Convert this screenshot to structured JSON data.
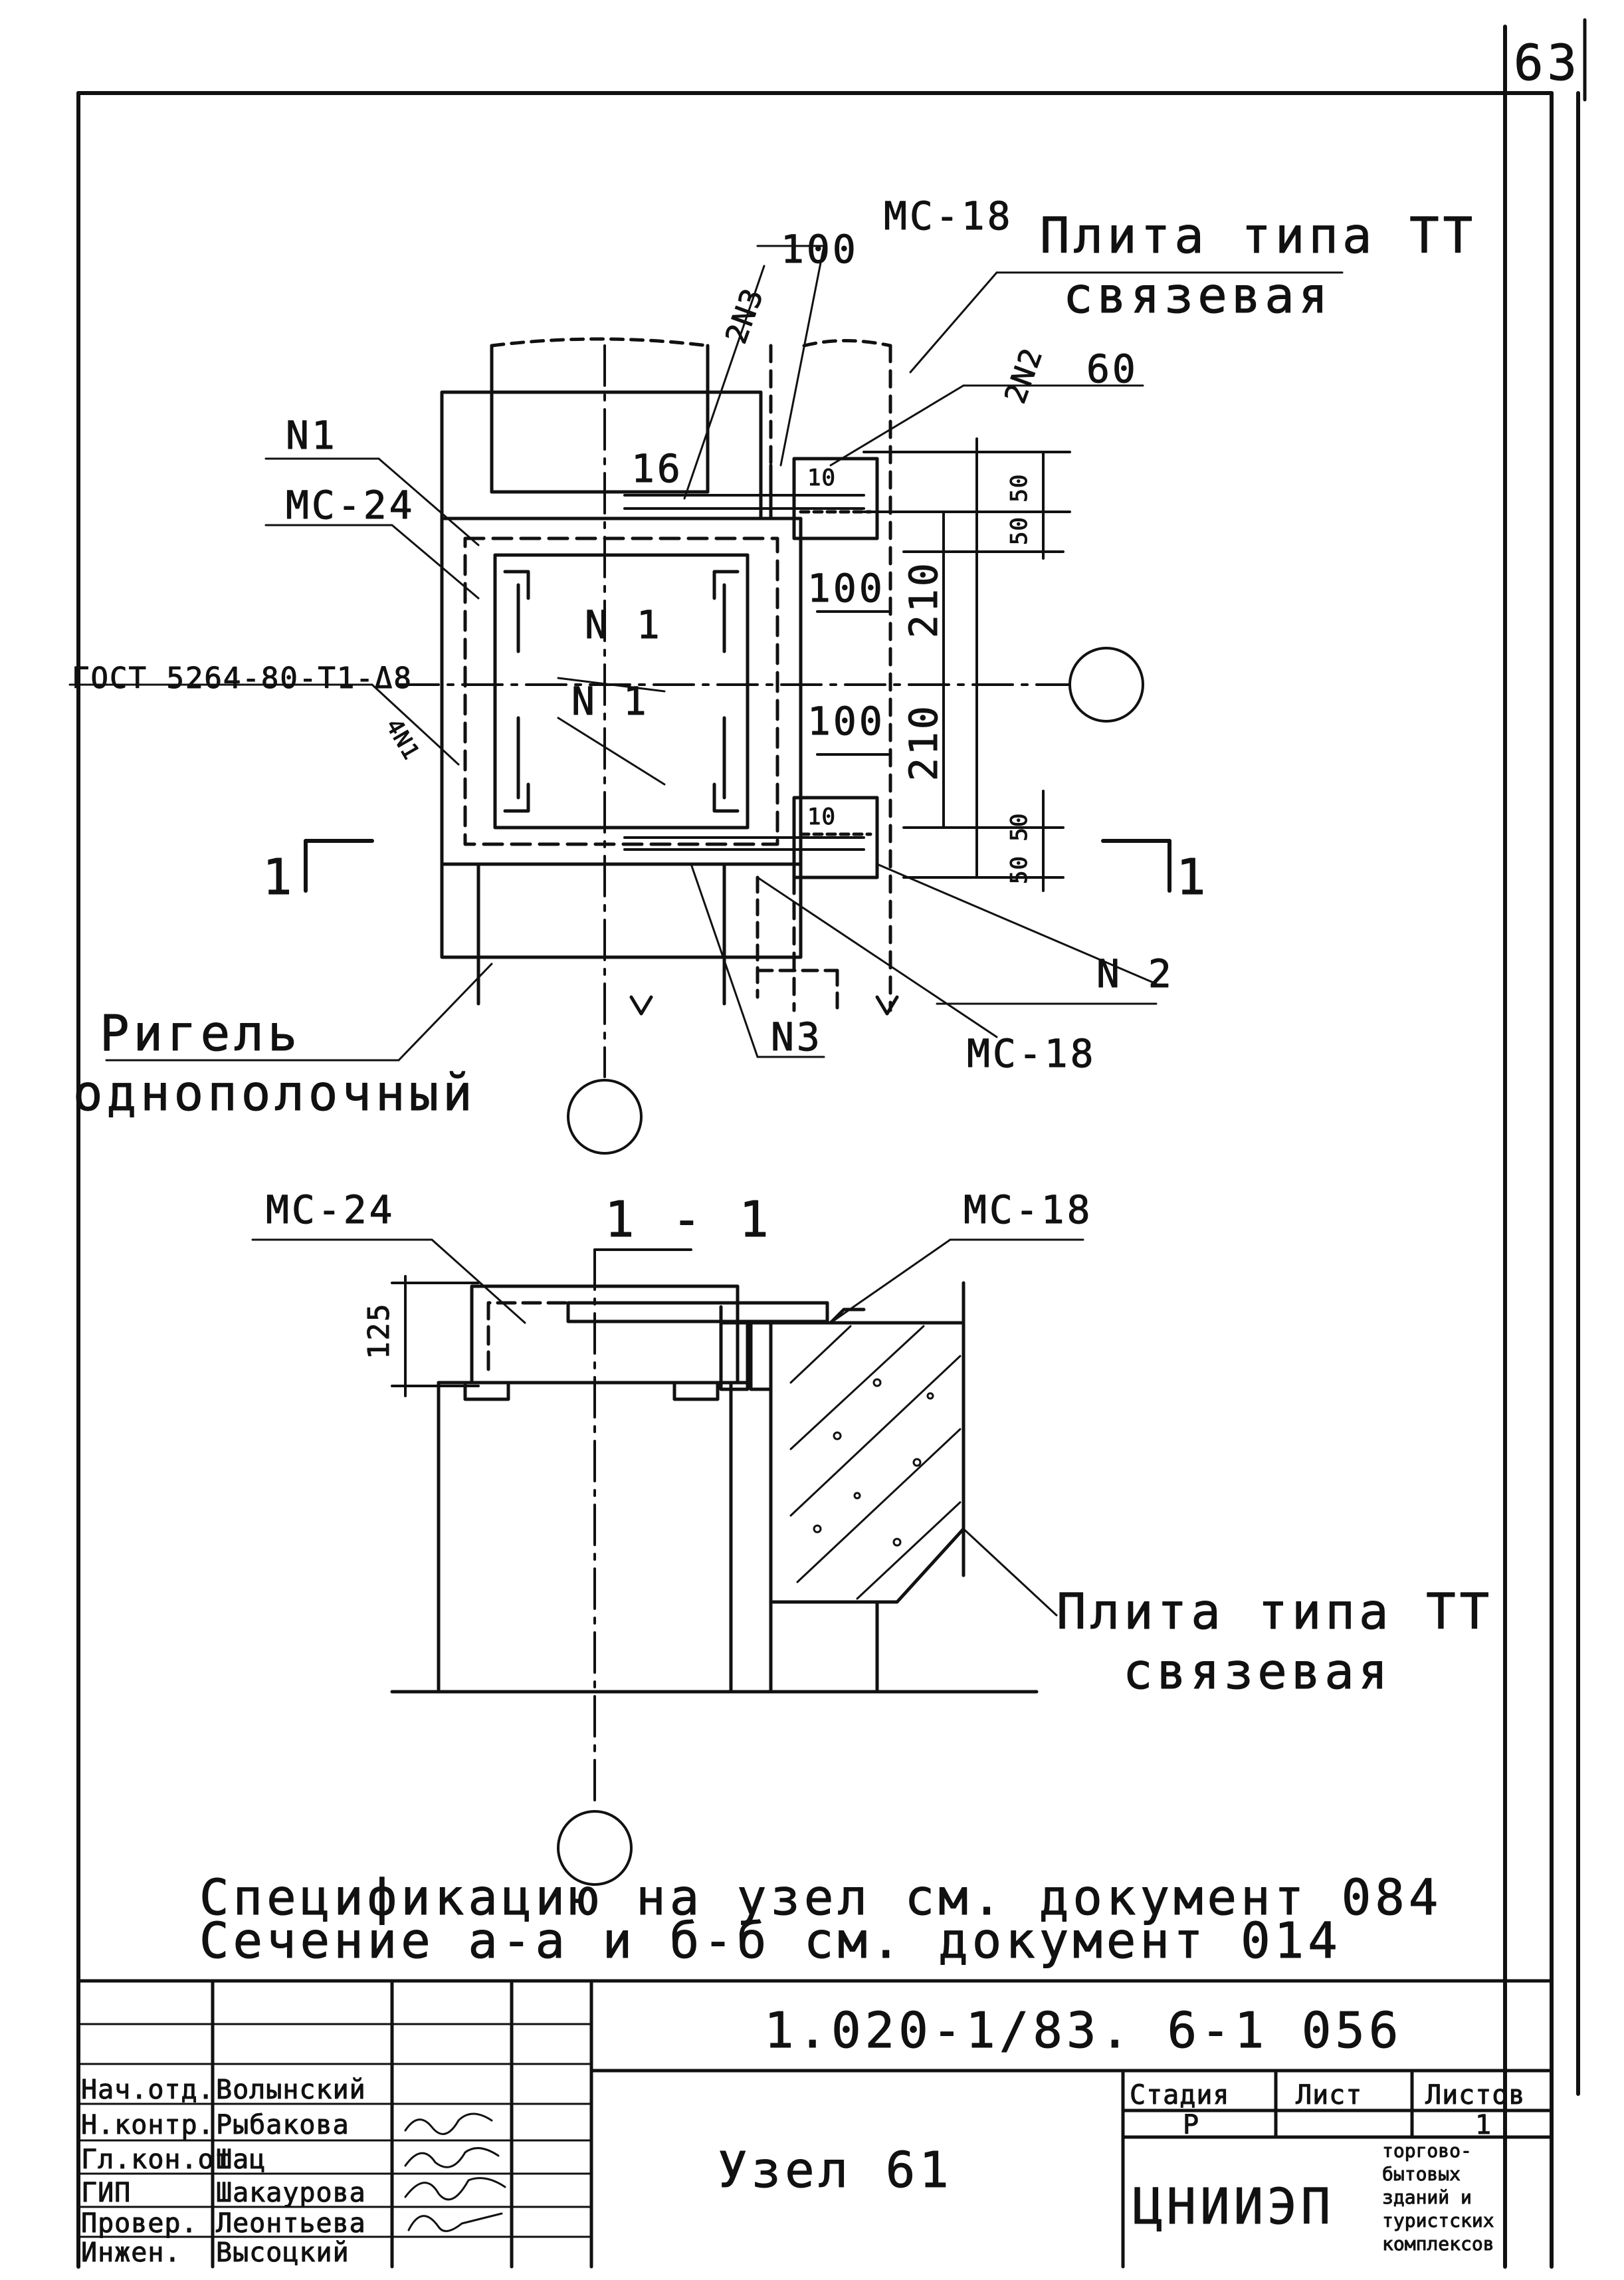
{
  "sheet_number": "63",
  "plan": {
    "labels": {
      "mc18_top": "МС-18",
      "dim_100_top": "100",
      "n3_top": "2N3",
      "plate_title": "Плита типа ТТ",
      "plate_sub": "связевая",
      "n2_top": "2N2",
      "dim_60": "60",
      "n1_left": "N1",
      "mc24_left": "МС-24",
      "dim_16": "16",
      "dim_10_top": "10",
      "dim_10_bot": "10",
      "dim_50_top": "50 50",
      "dim_50_bot": "50 50",
      "dim_100_mid": "100",
      "dim_100_low": "100",
      "dim_210_top": "210",
      "dim_210_bot": "210",
      "n1_center_a": "N 1",
      "n1_center_b": "N 1",
      "gost": "ГОСТ 5264-80-Т1-Δ8",
      "n1_4": "4N1",
      "cut_left": "1",
      "cut_right": "1",
      "n2_right": "N 2",
      "n3_bottom": "N3",
      "mc18_bottom": "МС-18",
      "beam_title": "Ригель",
      "beam_sub": "однополочный"
    }
  },
  "section": {
    "title": "1 - 1",
    "labels": {
      "mc24": "МС-24",
      "mc18": "МС-18",
      "dim_125": "125",
      "plate_title": "Плита типа ТТ",
      "plate_sub": "связевая"
    }
  },
  "notes": [
    "Спецификацию на узел см. документ 084",
    "Сечение а-а и б-б см. документ 014"
  ],
  "title_block": {
    "doc_code": "1.020-1/83. 6-1 056",
    "drawing_name": "Узел 61",
    "roles": [
      {
        "role": "Нач.отд.",
        "name": "Волынский"
      },
      {
        "role": "Н.контр.",
        "name": "Рыбакова"
      },
      {
        "role": "Гл.кон.от",
        "name": "Шац"
      },
      {
        "role": "ГИП",
        "name": "Шакаурова"
      },
      {
        "role": "Провер.",
        "name": "Леонтьева"
      },
      {
        "role": "Инжен.",
        "name": "Высоцкий"
      }
    ],
    "stage_label": "Стадия",
    "sheet_label": "Лист",
    "sheets_label": "Листов",
    "stage_value": "Р",
    "sheets_value": "1",
    "org": "ЦНИИЭП",
    "org_desc": [
      "торгово-",
      "бытовых",
      "зданий и",
      "туристских",
      "комплексов"
    ]
  }
}
